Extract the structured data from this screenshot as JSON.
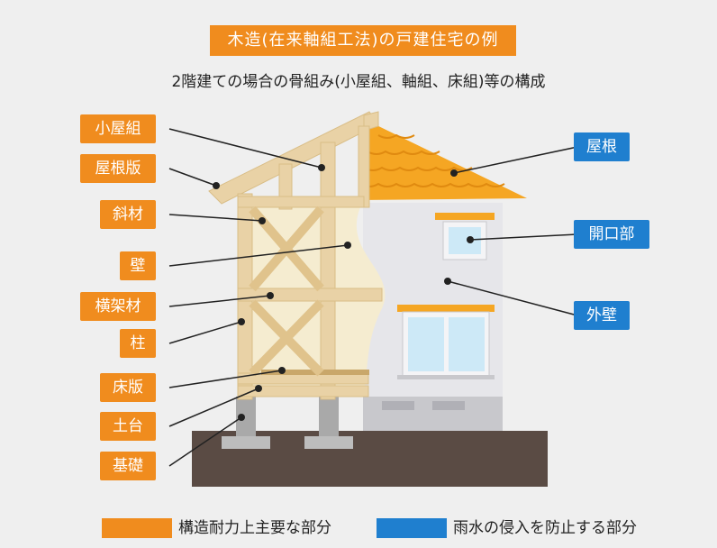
{
  "title": "木造(在来軸組工法)の戸建住宅の例",
  "subtitle": "2階建ての場合の骨組み(小屋組、軸組、床組)等の構成",
  "colors": {
    "structural": "#f08c1e",
    "rain_protection": "#1f7fcf",
    "frame_wood": "#e9d2a6",
    "roof_tile": "#f5a623",
    "wall": "#e6e6ea",
    "ground": "#5a4b44"
  },
  "labels_left": [
    "小屋組",
    "屋根版",
    "斜材",
    "壁",
    "横架材",
    "柱",
    "床版",
    "土台",
    "基礎"
  ],
  "labels_right": [
    "屋根",
    "開口部",
    "外壁"
  ],
  "legend": [
    {
      "text": "構造耐力上主要な部分",
      "color": "#f08c1e"
    },
    {
      "text": "雨水の侵入を防止する部分",
      "color": "#1f7fcf"
    }
  ]
}
